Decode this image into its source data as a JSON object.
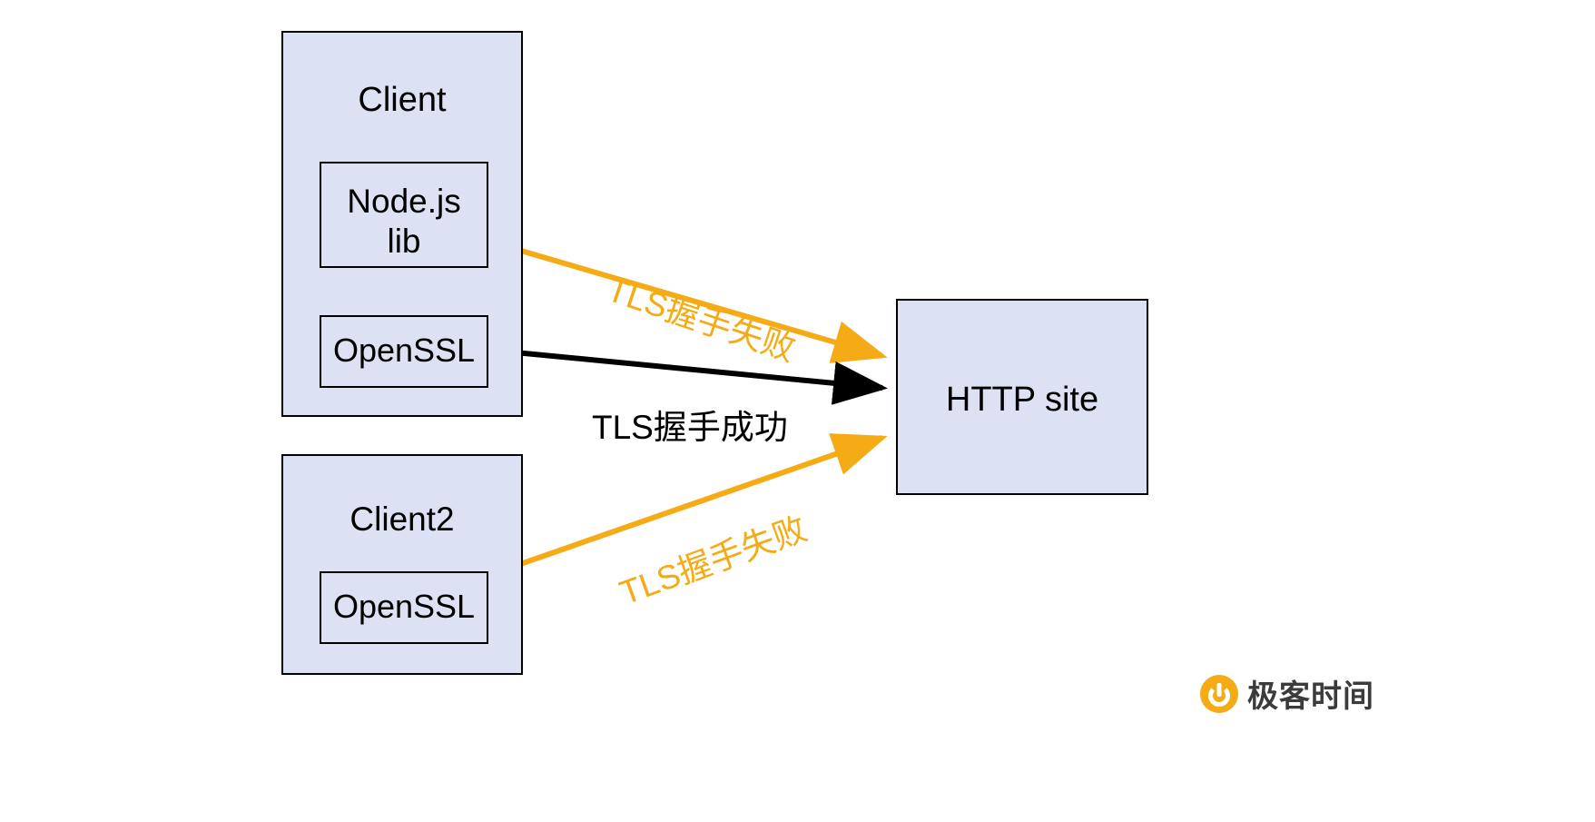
{
  "diagram": {
    "title": "TLS handshake outcomes between clients and HTTP site",
    "background": "#ffffff",
    "node_fill": "#dce1f3",
    "node_stroke": "#000000",
    "fail_color": "#f5ab15",
    "ok_color": "#000000",
    "nodes": {
      "client": {
        "label": "Client",
        "children": {
          "nodejs": {
            "label": "Node.js\nlib"
          },
          "openssl": {
            "label": "OpenSSL"
          }
        }
      },
      "client2": {
        "label": "Client2",
        "children": {
          "openssl": {
            "label": "OpenSSL"
          }
        }
      },
      "site": {
        "label": "HTTP site"
      }
    },
    "edges": [
      {
        "id": "nodejs-to-site",
        "from": "Node.js lib",
        "to": "HTTP site",
        "label": "TLS握手失败",
        "color": "#f5ab15"
      },
      {
        "id": "openssl-to-site",
        "from": "OpenSSL",
        "to": "HTTP site",
        "label": "TLS握手成功",
        "color": "#000000"
      },
      {
        "id": "client2-to-site",
        "from": "Client2 OpenSSL",
        "to": "HTTP site",
        "label": "TLS握手失败",
        "color": "#f5ab15"
      }
    ]
  },
  "brand": {
    "name": "极客时间",
    "mark": "geektime-logo-icon"
  }
}
